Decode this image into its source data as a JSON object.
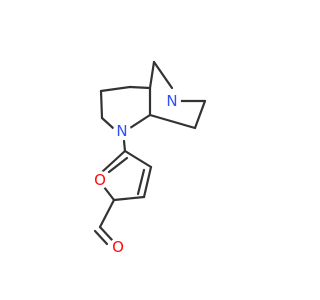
{
  "molecule": {
    "atoms": {
      "n1": {
        "symbol": "N",
        "color": "#3050f8"
      },
      "n2": {
        "symbol": "N",
        "color": "#3050f8"
      },
      "o_ring": {
        "symbol": "O",
        "color": "#ff0d0d"
      },
      "o_aldehyde": {
        "symbol": "O",
        "color": "#ff0d0d"
      }
    },
    "bond_color": "#333333"
  }
}
